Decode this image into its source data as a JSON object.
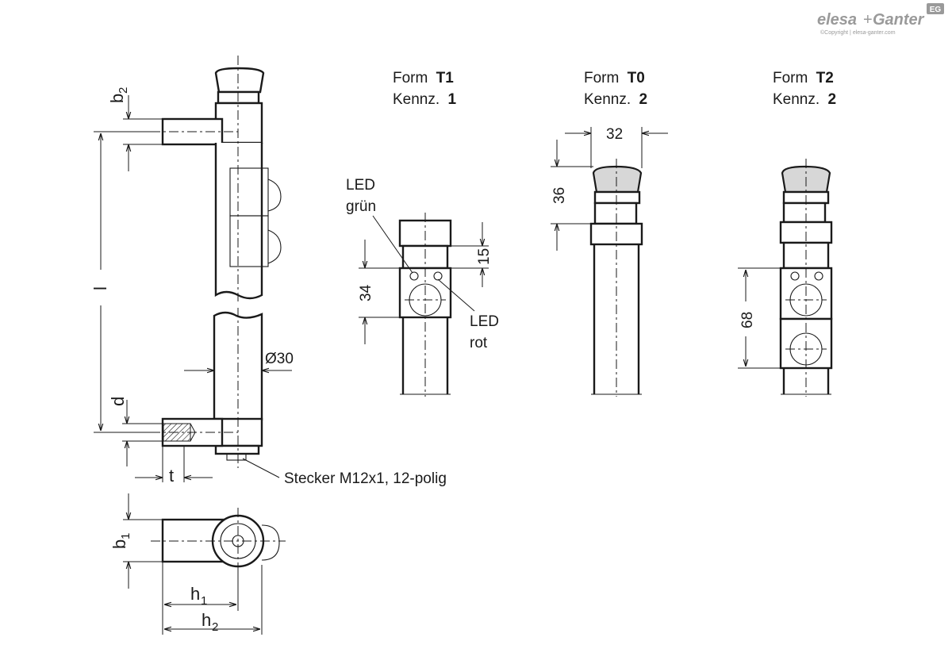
{
  "logo": {
    "brand_part1": "elesa",
    "brand_plus": "+",
    "brand_part2": "Ganter",
    "badge": "EG",
    "copyright": "©Copyright | elesa-ganter.com"
  },
  "forms": [
    {
      "form_word": "Form",
      "form_code": "T1",
      "kennz_word": "Kennz.",
      "kennz_code": "1"
    },
    {
      "form_word": "Form",
      "form_code": "T0",
      "kennz_word": "Kennz.",
      "kennz_code": "2"
    },
    {
      "form_word": "Form",
      "form_code": "T2",
      "kennz_word": "Kennz.",
      "kennz_code": "2"
    }
  ],
  "dimensions": {
    "b2_main": "b",
    "b2_sub": "2",
    "l": "l",
    "diameter": "Ø30",
    "d": "d",
    "t": "t",
    "b1_main": "b",
    "b1_sub": "1",
    "h1_main": "h",
    "h1_sub": "1",
    "h2_main": "h",
    "h2_sub": "2",
    "t1_15": "15",
    "t1_34": "34",
    "t0_32": "32",
    "t0_36": "36",
    "t2_68": "68"
  },
  "labels": {
    "led_green_line1": "LED",
    "led_green_line2": "grün",
    "led_red_line1": "LED",
    "led_red_line2": "rot",
    "connector": "Stecker M12x1, 12-polig"
  }
}
